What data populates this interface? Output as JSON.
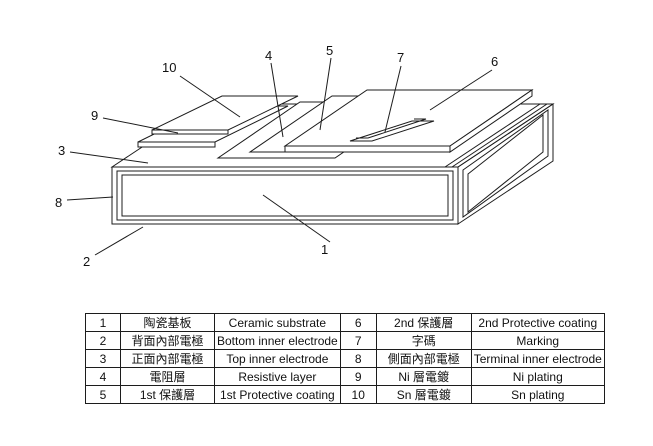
{
  "diagram": {
    "title": "chip-resistor-exploded-view",
    "callouts": [
      {
        "text": "1"
      },
      {
        "text": "2"
      },
      {
        "text": "3"
      },
      {
        "text": "4"
      },
      {
        "text": "5"
      },
      {
        "text": "6"
      },
      {
        "text": "7"
      },
      {
        "text": "8"
      },
      {
        "text": "9"
      },
      {
        "text": "10"
      }
    ]
  },
  "table": {
    "rows": [
      [
        "1",
        "陶瓷基板",
        "Ceramic substrate",
        "6",
        "2nd 保護層",
        "2nd  Protective coating"
      ],
      [
        "2",
        "背面內部電極",
        "Bottom inner electrode",
        "7",
        "字碼",
        "Marking"
      ],
      [
        "3",
        "正面內部電極",
        "Top inner electrode",
        "8",
        "側面內部電極",
        "Terminal inner electrode"
      ],
      [
        "4",
        "電阻層",
        "Resistive layer",
        "9",
        "Ni 層電鍍",
        "Ni plating"
      ],
      [
        "5",
        "1st  保護層",
        "1st  Protective coating",
        "10",
        "Sn 層電鍍",
        "Sn plating"
      ]
    ]
  }
}
